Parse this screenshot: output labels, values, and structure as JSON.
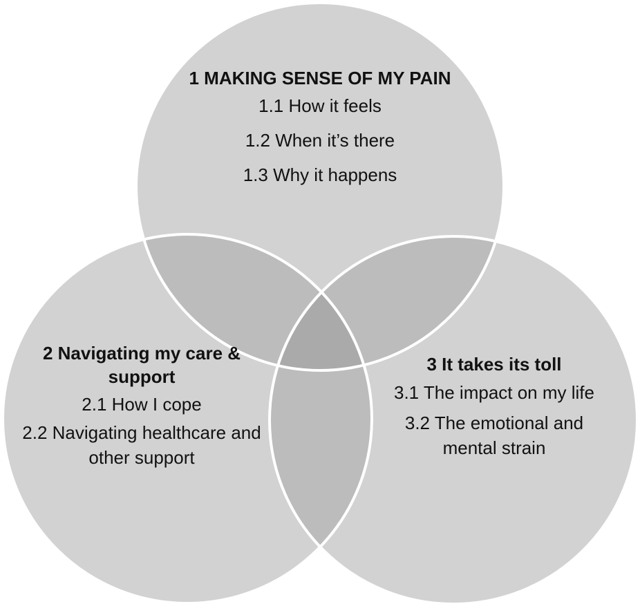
{
  "colors": {
    "circle_fill": "#d2d2d2",
    "overlap_two": "#bcbcbc",
    "overlap_three": "#aaaaaa",
    "outline": "#ffffff",
    "text": "#111111",
    "background": "#ffffff"
  },
  "themes": [
    {
      "id": "1",
      "title": "1 MAKING SENSE OF MY PAIN",
      "subthemes": [
        "1.1 How it feels",
        "1.2 When it’s there",
        "1.3 Why it happens"
      ]
    },
    {
      "id": "2",
      "title": "2 Navigating my care & support",
      "subthemes": [
        "2.1 How I cope",
        "2.2 Navigating healthcare and other support"
      ]
    },
    {
      "id": "3",
      "title": "3 It takes its toll",
      "subthemes": [
        "3.1 The impact on my life",
        "3.2 The emotional and mental strain"
      ]
    }
  ]
}
